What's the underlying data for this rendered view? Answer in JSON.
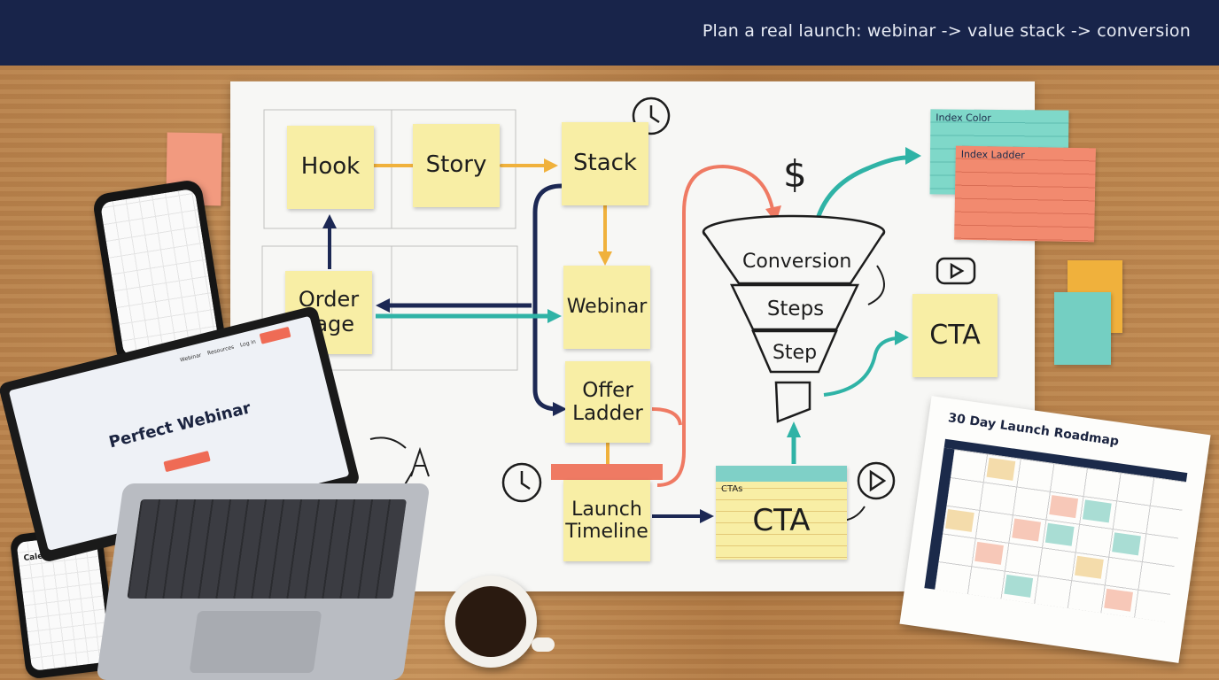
{
  "header": {
    "title": "Plan a real launch: webinar -> value stack -> conversion"
  },
  "notes": {
    "hook": "Hook",
    "story": "Story",
    "stack": "Stack",
    "order_line1": "Order",
    "order_line2": "Page",
    "webinar": "Webinar",
    "offer_line1": "Offer",
    "offer_line2": "Ladder",
    "launch_line1": "Launch",
    "launch_line2": "Timeline",
    "cta_bottom": "CTA",
    "cta_bottom_header": "CTAs",
    "cta_right": "CTA"
  },
  "funnel": {
    "tier1": "Conversion",
    "tier2": "Steps",
    "tier3": "Step",
    "dollar": "$"
  },
  "index_cards": {
    "teal_label": "Index Color",
    "coral_label": "Index Ladder"
  },
  "laptop": {
    "headline": "Perfect Webinar",
    "nav1": "Webinar",
    "nav2": "Resources",
    "nav3": "Log in"
  },
  "phone_bottom": {
    "title": "Calendar"
  },
  "roadmap": {
    "title": "30 Day Launch Roadmap"
  },
  "colors": {
    "navy": "#18244a",
    "sticky_yellow": "#f8eea5",
    "teal": "#2fb3a6",
    "coral": "#ef7a63",
    "orange": "#f0b13c"
  }
}
